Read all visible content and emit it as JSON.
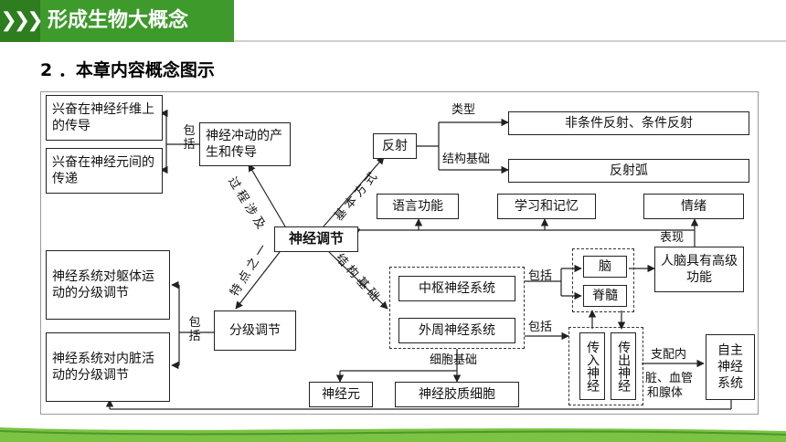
{
  "header": {
    "title": "形成生物大概念",
    "chevrons": "❯❯❯"
  },
  "subtitle": "2 ．本章内容概念图示",
  "nodes": {
    "center": "神经调节",
    "impulse": "神经冲动的产生和传导",
    "fiber": "兴奋在神经纤维上的传导",
    "neuron_transfer": "兴奋在神经元间的传递",
    "grading": "分级调节",
    "body_motion": "神经系统对躯体运动的分级调节",
    "visceral": "神经系统对内脏活动的分级调节",
    "reflex": "反射",
    "reflex_types": "非条件反射、条件反射",
    "reflex_arc": "反射弧",
    "language": "语言功能",
    "learning": "学习和记忆",
    "emotion": "情绪",
    "cns": "中枢神经系统",
    "pns": "外周神经系统",
    "brain": "脑",
    "spinal": "脊髓",
    "human_brain": "人脑具有高级功能",
    "afferent": "传入神经",
    "efferent": "传出神经",
    "autonomic": "自主神经系统",
    "neuron": "神经元",
    "glia": "神经胶质细胞"
  },
  "labels": {
    "include_top": "包括",
    "include_left": "包括",
    "include_cns": "包括",
    "include_pns": "包括",
    "process": "过程涉及",
    "feature": "特点之一",
    "basic_way": "基本方式",
    "structure": "结构基础",
    "type": "类型",
    "struct_basis": "结构基础",
    "manifest": "表现",
    "cell_basis": "细胞基础",
    "controls_line1": "支配内",
    "controls_line2": "脏、血管",
    "controls_line3": "和腺体"
  },
  "colors": {
    "header_green": "#3d9a2b",
    "header_dark": "#2e7d1f",
    "footer_green": "#7cc243"
  }
}
